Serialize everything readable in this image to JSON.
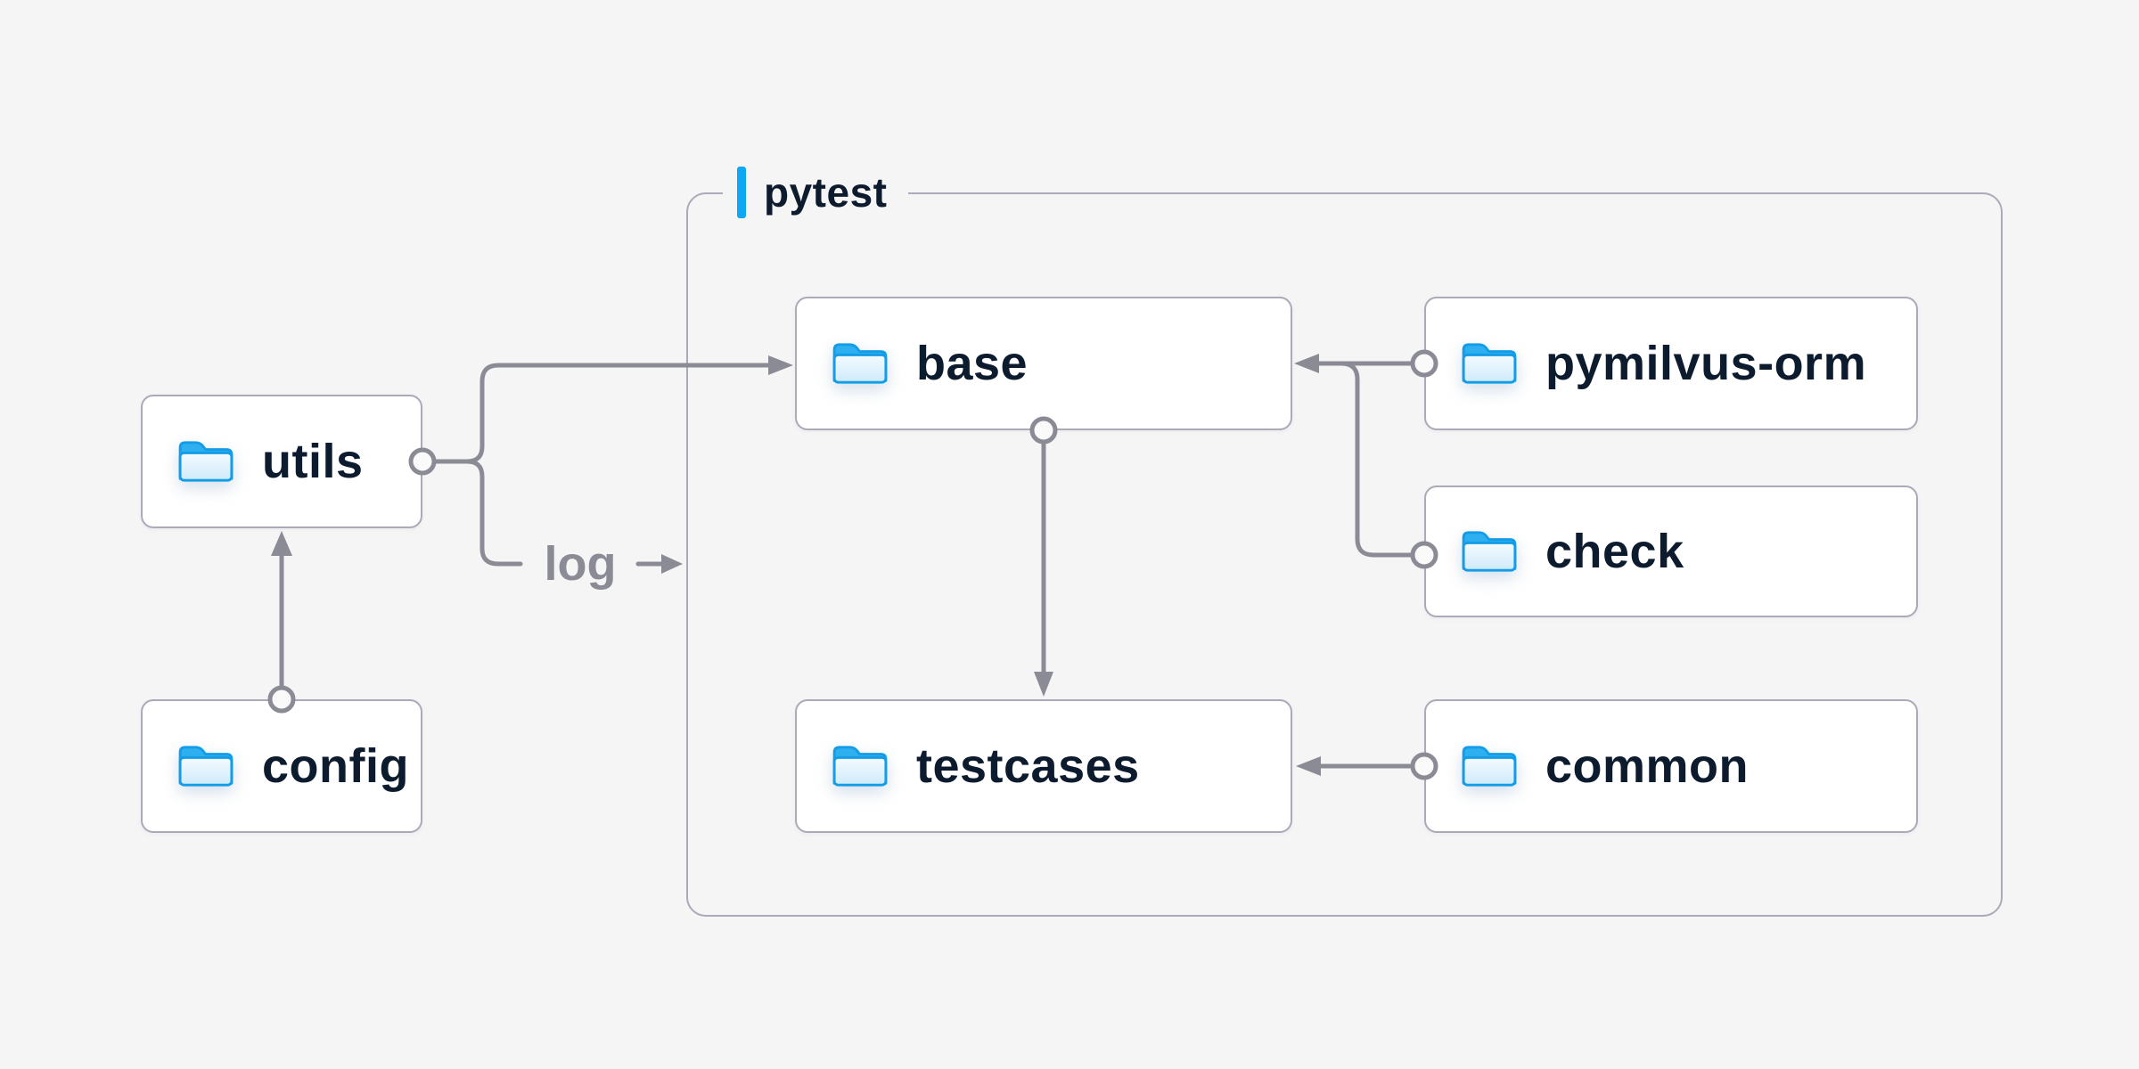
{
  "diagram": {
    "container": {
      "label": "pytest"
    },
    "nodes": [
      {
        "id": "utils",
        "label": "utils",
        "icon": "folder-icon"
      },
      {
        "id": "config",
        "label": "config",
        "icon": "folder-icon"
      },
      {
        "id": "base",
        "label": "base",
        "icon": "folder-icon"
      },
      {
        "id": "pymilvus-orm",
        "label": "pymilvus-orm",
        "icon": "folder-icon"
      },
      {
        "id": "check",
        "label": "check",
        "icon": "folder-icon"
      },
      {
        "id": "testcases",
        "label": "testcases",
        "icon": "folder-icon"
      },
      {
        "id": "common",
        "label": "common",
        "icon": "folder-icon"
      }
    ],
    "log_label": "log",
    "edges": [
      {
        "from": "config",
        "to": "utils"
      },
      {
        "from": "utils",
        "to": "base"
      },
      {
        "from": "utils",
        "to": "log"
      },
      {
        "from": "pymilvus-orm",
        "to": "base"
      },
      {
        "from": "check",
        "to": "base"
      },
      {
        "from": "base",
        "to": "testcases"
      },
      {
        "from": "common",
        "to": "testcases"
      }
    ],
    "colors": {
      "background": "#f5f5f6",
      "node_fill": "#ffffff",
      "node_border": "#aaaab8",
      "line": "#8b8b96",
      "text": "#0d1b2e",
      "accent_blue": "#10a7f2",
      "folder_outline": "#149ce7",
      "folder_tab": "#2eb0f0"
    }
  }
}
